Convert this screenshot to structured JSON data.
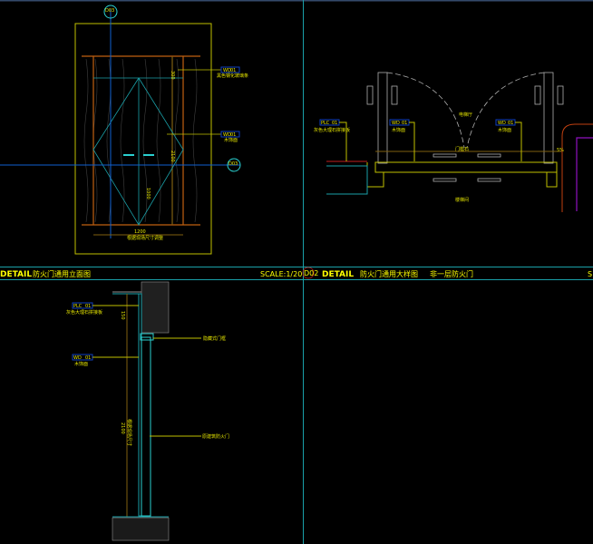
{
  "colors": {
    "background": "#000000",
    "frame": "#1aa0a8",
    "annotation": "#e6e600",
    "wood": "#c06010",
    "section": "#2ad0d0"
  },
  "panel_elevation": {
    "section_marker_top": "D03",
    "section_marker_side": "D03",
    "tags": [
      {
        "code": "WD",
        "num": "01",
        "desc": "黑色钢化玻璃条"
      },
      {
        "code": "WD",
        "num": "01",
        "desc": "木饰面"
      }
    ],
    "dims": [
      "300",
      "2100",
      "1000",
      "1200"
    ],
    "bottom_note": "根据现场尺寸调整",
    "title_prefix": "DETAIL",
    "title": "防火门通用立面图",
    "scale": "SCALE:1/20"
  },
  "panel_plan": {
    "sheet_ref": "D02",
    "title_prefix": "DETAIL",
    "title": "防火门通用大样图",
    "subtitle": "非一层防火门",
    "scale_fragment": "S",
    "room_top": "电梯厅",
    "room_bottom": "楼梯间",
    "threshold": "门槛石",
    "side_mark": "5%",
    "tags": [
      {
        "code": "PLC",
        "num": "01",
        "desc": "灰色大理石拼接板"
      },
      {
        "code": "WD",
        "num": "01",
        "desc": "木饰面"
      },
      {
        "code": "WD",
        "num": "01",
        "desc": "木饰面"
      }
    ]
  },
  "panel_section": {
    "tags": [
      {
        "code": "PLC",
        "num": "01",
        "desc": "灰色大理石拼接板"
      },
      {
        "code": "WD",
        "num": "01",
        "desc": "木饰面"
      }
    ],
    "callouts": [
      "隐藏式门框",
      "原建筑防火门"
    ],
    "dims": [
      "150",
      "2100",
      "根据现场尺寸"
    ]
  }
}
